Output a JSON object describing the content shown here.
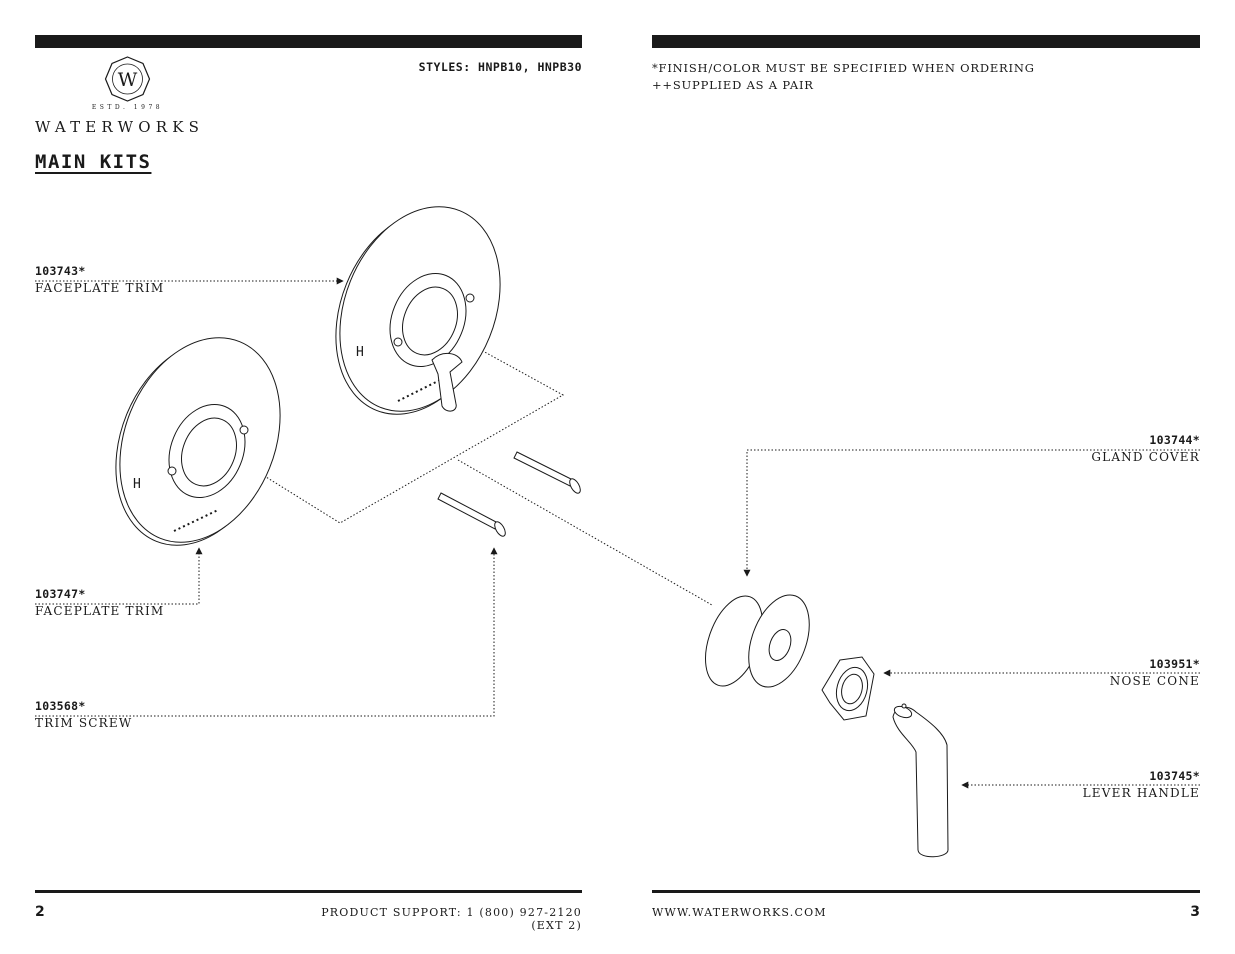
{
  "header": {
    "styles": "STYLES: HNPB10, HNPB30",
    "note_finish": "*FINISH/COLOR MUST BE SPECIFIED WHEN ORDERING",
    "note_pair": "++SUPPLIED AS A PAIR"
  },
  "brand": {
    "logo_letter": "W",
    "est": "ESTD. 1978",
    "name": "WATERWORKS"
  },
  "section_title": "MAIN KITS",
  "parts": [
    {
      "part_number": "103743*",
      "name": "FACEPLATE TRIM"
    },
    {
      "part_number": "103747*",
      "name": "FACEPLATE TRIM"
    },
    {
      "part_number": "103568*",
      "name": "TRIM SCREW"
    },
    {
      "part_number": "103744*",
      "name": "GLAND COVER"
    },
    {
      "part_number": "103951*",
      "name": "NOSE CONE"
    },
    {
      "part_number": "103745*",
      "name": "LEVER HANDLE"
    }
  ],
  "faceplate_marking": "H",
  "footer": {
    "left_page": "2",
    "support": "PRODUCT SUPPORT: 1 (800) 927-2120 (EXT 2)",
    "website": "WWW.WATERWORKS.COM",
    "right_page": "3"
  }
}
